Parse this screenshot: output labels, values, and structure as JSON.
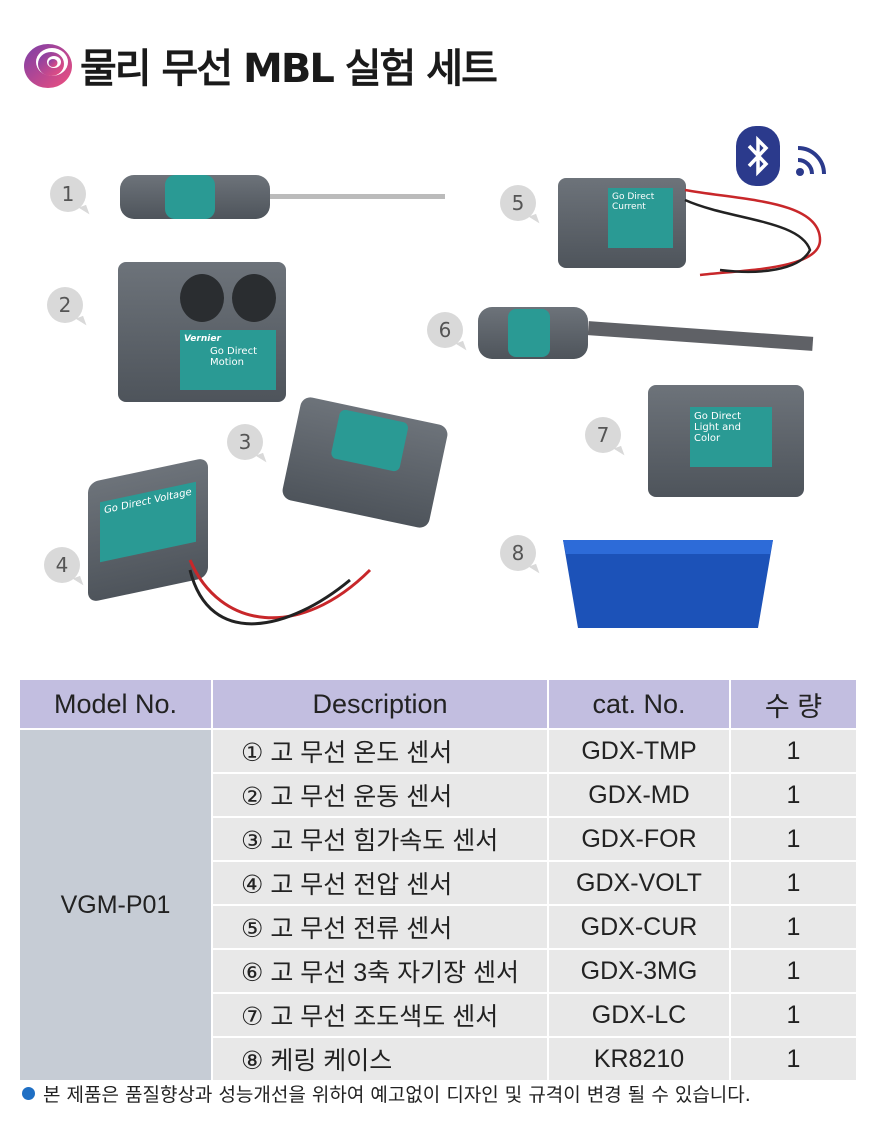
{
  "title": "물리 무선 MBL 실험 세트",
  "badges": [
    "1",
    "2",
    "3",
    "4",
    "5",
    "6",
    "7",
    "8"
  ],
  "product_labels": {
    "brand": "Vernier",
    "motion": "Go Direct Motion",
    "voltage": "Go Direct Voltage",
    "current": "Go Direct Current",
    "light": "Go Direct Light and Color"
  },
  "table": {
    "headers": [
      "Model No.",
      "Description",
      "cat. No.",
      "수 량"
    ],
    "model": "VGM-P01",
    "rows": [
      {
        "desc": "① 고 무선 온도 센서",
        "cat": "GDX-TMP",
        "qty": "1"
      },
      {
        "desc": "② 고 무선 운동 센서",
        "cat": "GDX-MD",
        "qty": "1"
      },
      {
        "desc": "③ 고 무선 힘가속도 센서",
        "cat": "GDX-FOR",
        "qty": "1"
      },
      {
        "desc": "④ 고 무선 전압 센서",
        "cat": "GDX-VOLT",
        "qty": "1"
      },
      {
        "desc": "⑤ 고 무선 전류 센서",
        "cat": "GDX-CUR",
        "qty": "1"
      },
      {
        "desc": "⑥ 고 무선 3축 자기장 센서",
        "cat": "GDX-3MG",
        "qty": "1"
      },
      {
        "desc": "⑦ 고 무선 조도색도 센서",
        "cat": "GDX-LC",
        "qty": "1"
      },
      {
        "desc": "⑧ 케링 케이스",
        "cat": "KR8210",
        "qty": "1"
      }
    ]
  },
  "note": "본 제품은 품질향상과 성능개선을 위하여 예고없이 디자인 및 규격이 변경 될 수 있습니다.",
  "colors": {
    "header": "#c2bee0",
    "cell": "#e8e8e8",
    "model_cell": "#c6ccd5",
    "bluetooth": "#2b3a8c",
    "note_dot": "#1f6fc4"
  }
}
